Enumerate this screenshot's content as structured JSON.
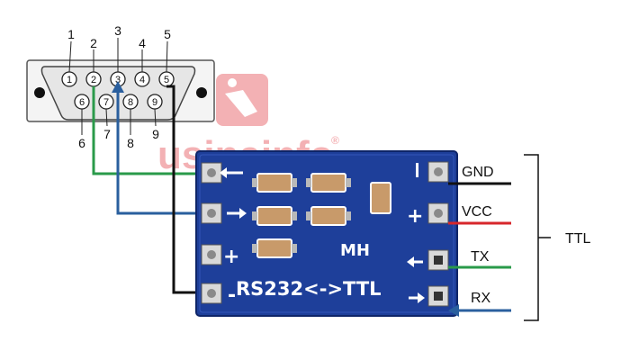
{
  "connector": {
    "top_pins": [
      "1",
      "2",
      "3",
      "4",
      "5"
    ],
    "bottom_pins": [
      "6",
      "7",
      "8",
      "9"
    ]
  },
  "watermark": {
    "text": "usinainfo",
    "mark": "®"
  },
  "board": {
    "label": "RS232<->TTL",
    "maker_mark": "MH",
    "silk_plus": "+",
    "silk_minus": "-"
  },
  "signals": {
    "gnd": "GND",
    "vcc": "VCC",
    "tx": "TX",
    "rx": "RX"
  },
  "group_label": "TTL",
  "colors": {
    "board": "#1e3f9a",
    "gnd_wire": "#111111",
    "vcc_wire": "#d7262b",
    "tx_wire": "#2a9a4a",
    "rx_wire": "#2a5f9e",
    "watermark": "#f2a4a8"
  }
}
